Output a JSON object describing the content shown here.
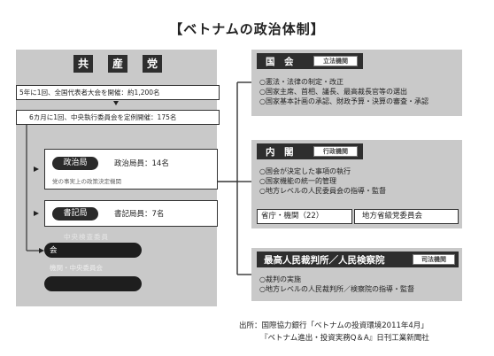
{
  "title": "【ベトナムの政治体制】",
  "party": {
    "name_chars": [
      "共",
      "産",
      "党"
    ],
    "congress": "5年に1回、全国代表者大会を開催：約1,200名",
    "central_committee": "6カ月に1回、中央執行委員会を定例開催：175名",
    "politburo": {
      "label": "政治局",
      "members": "政治局員：14名",
      "desc": "党の事実上の政策決定機関"
    },
    "secretariat": {
      "label": "書記局",
      "members": "書記局員：7名"
    },
    "faded_line1": "中央検査委員",
    "faded_line2": "会",
    "faded_line3": "機関・中央委員会"
  },
  "assembly": {
    "name": "国　会",
    "tag": "立法機関",
    "items": [
      "○憲法・法律の制定・改正",
      "○国家主席、首相、議長、最高裁長官等の選出",
      "○国家基本計画の承認、財政予算・決算の審査・承認"
    ]
  },
  "government": {
    "name": "内　閣",
    "tag": "行政機関",
    "items": [
      "○国会が決定した事項の執行",
      "○国家機能の統一的管理",
      "○地方レベルの人民委員会の指導・監督"
    ],
    "ministries": "省庁・機関（22）",
    "provincial": "地方省級党委員会"
  },
  "court": {
    "name": "最高人民裁判所／人民検察院",
    "tag": "司法機関",
    "items": [
      "○裁判の実施",
      "○地方レベルの人民裁判所／検察院の指導・監督"
    ]
  },
  "source": {
    "line1": "出所：国際協力銀行「ベトナムの投資環境2011年4月」",
    "line2": "『ベトナム進出・投資実務Q＆A』日刊工業新聞社"
  }
}
